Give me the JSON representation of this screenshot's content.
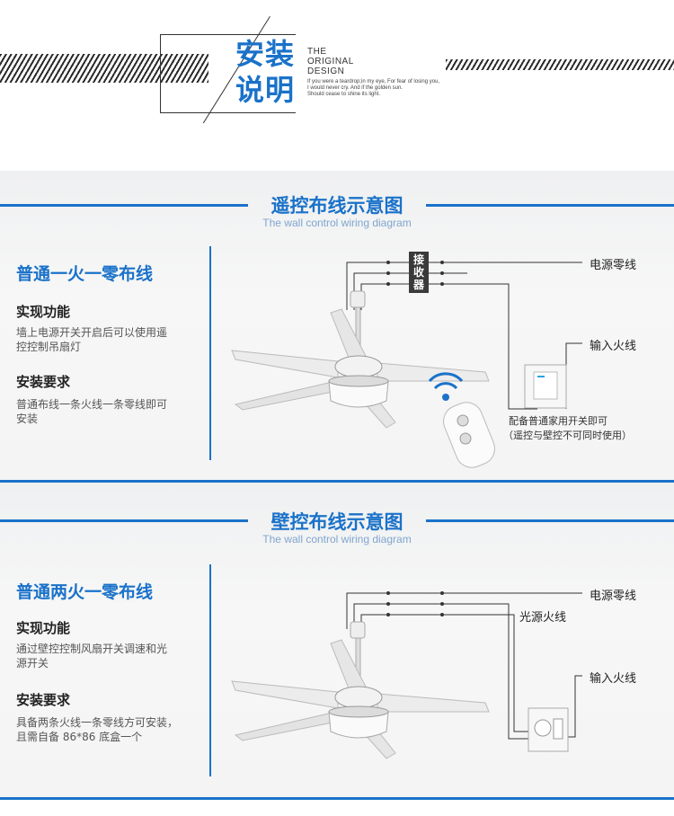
{
  "header": {
    "title_line1": "安装",
    "title_line2": "说明",
    "en_line1": "THE",
    "en_line2": "ORIGINAL",
    "en_line3": "DESIGN",
    "small_line1": "If you were a teardrop;in my eye, For fear of losing you,",
    "small_line2": "I would never cry. And if the golden sun.",
    "small_line3": "Should cease to shine its light."
  },
  "remote_section": {
    "title": "遥控布线示意图",
    "subtitle": "The wall control wiring diagram",
    "heading": "普通一火一零布线",
    "function_label": "实现功能",
    "function_text": "墙上电源开关开启后可以使用遥控控制吊扇灯",
    "install_label": "安装要求",
    "install_text": "普通布线一条火线一条零线即可安装",
    "receiver_label": "接收器",
    "label_neutral": "电源零线",
    "label_live": "输入火线",
    "note_line1": "配备普通家用开关即可",
    "note_line2": "（遥控与壁控不可同时使用）"
  },
  "wall_section": {
    "title": "壁控布线示意图",
    "subtitle": "The wall control wiring diagram",
    "heading": "普通两火一零布线",
    "function_label": "实现功能",
    "function_text": "通过壁控控制风扇开关调速和光源开关",
    "install_label": "安装要求",
    "install_text": "具备两条火线一条零线方可安装，且需自备 86*86 底盒一个",
    "label_neutral": "电源零线",
    "label_light": "光源火线",
    "label_live": "输入火线"
  },
  "colors": {
    "accent": "#1a72c9",
    "panel": "#f2f3f4"
  }
}
